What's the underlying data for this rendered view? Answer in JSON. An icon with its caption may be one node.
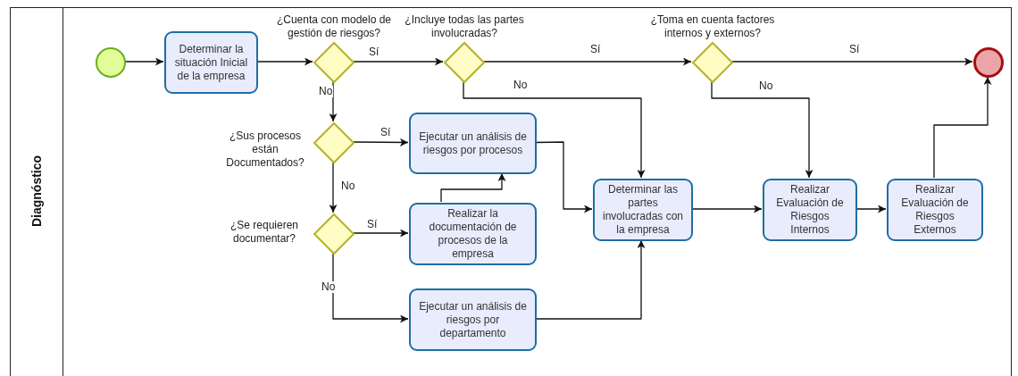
{
  "diagram": {
    "nodes": [
      {
        "text": [
          "Diagnóstico"
        ]
      },
      {
        "text": [],
        "shape": "circle",
        "in": 0
      },
      {
        "text": [
          "Determinar la situación Inicial de la empresa"
        ],
        "in": 0
      },
      {
        "text": [
          "¿Cuenta con modelo de gestión de riesgos?"
        ],
        "in": 0
      },
      {
        "text": [
          "¿Incluye todas las partes involucradas?"
        ],
        "in": 0
      },
      {
        "text": [
          "¿Toma en cuenta factores internos y externos?"
        ],
        "in": 0
      },
      {
        "text": [],
        "shape": "circle",
        "in": 0
      },
      {
        "text": [
          "¿Sus procesos están Documentados?"
        ],
        "in": 0
      },
      {
        "text": [
          "Ejecutar un análisis de riesgos por procesos"
        ],
        "in": 0
      },
      {
        "text": [
          "¿Se requieren documentar?"
        ],
        "in": 0
      },
      {
        "text": [
          "Realizar la documentación de procesos de la empresa"
        ],
        "in": 0
      },
      {
        "text": [
          "Ejecutar un análisis de riesgos por departamento"
        ],
        "in": 0
      },
      {
        "text": [
          "Determinar las partes involucradas con la empresa"
        ],
        "in": 0
      },
      {
        "text": [
          "Realizar Evaluación de Riesgos Internos"
        ],
        "in": 0
      },
      {
        "text": [
          "Realizar Evaluación de Riesgos Externos"
        ],
        "in": 0
      }
    ],
    "edges": [
      {
        "from": 1,
        "to": 2,
        "arrow": "to"
      },
      {
        "from": 2,
        "to": 3,
        "arrow": "to"
      },
      {
        "from": 3,
        "to": 4,
        "arrow": "to",
        "label": "Sí"
      },
      {
        "from": 4,
        "to": 5,
        "arrow": "to",
        "label": "Sí"
      },
      {
        "from": 5,
        "to": 6,
        "arrow": "to",
        "label": "Sí"
      },
      {
        "from": 3,
        "to": 7,
        "arrow": "to",
        "label": "No"
      },
      {
        "from": 4,
        "to": 12,
        "arrow": "to",
        "label": "No"
      },
      {
        "from": 5,
        "to": 13,
        "arrow": "to",
        "label": "No"
      },
      {
        "from": 7,
        "to": 8,
        "arrow": "to",
        "label": "Sí"
      },
      {
        "from": 7,
        "to": 9,
        "arrow": "to",
        "label": "No"
      },
      {
        "from": 9,
        "to": 10,
        "arrow": "to",
        "label": "Sí"
      },
      {
        "from": 9,
        "to": 11,
        "arrow": "to",
        "label": "No"
      },
      {
        "from": 10,
        "to": 8,
        "arrow": "to"
      },
      {
        "from": 8,
        "to": 12,
        "arrow": "to"
      },
      {
        "from": 11,
        "to": 12,
        "arrow": "to"
      },
      {
        "from": 12,
        "to": 13,
        "arrow": "to"
      },
      {
        "from": 13,
        "to": 14,
        "arrow": "to"
      },
      {
        "from": 14,
        "to": 6,
        "arrow": "to"
      }
    ]
  }
}
